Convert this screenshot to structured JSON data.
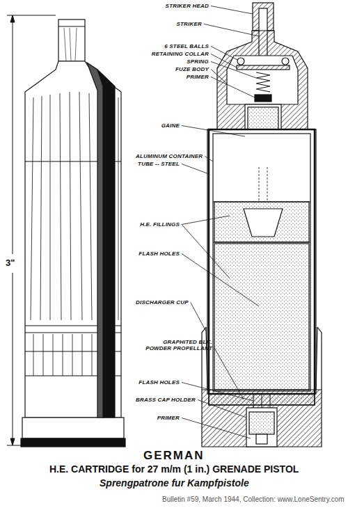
{
  "diagram": {
    "title": "GERMAN",
    "caption": "Bulletin #59, March 1944, Collection: www.LoneSentry.com",
    "labels": [
      "3\"",
      "STRIKER HEAD",
      "STRIKER",
      "6 STEEL BALLS",
      "RETAINING COLLAR",
      "SPRING",
      "FUZE BODY",
      "PRIMER",
      "GAINE",
      "ALUMINUM CONTAINER",
      "TUBE -- STEEL",
      "H.E. FILLINGS",
      "FLASH HOLES",
      "DISCHARGER CUP",
      "GRAPHITED BLK. POWDER PROPELLANT",
      "FLASH HOLES",
      "BRASS CAP HOLDER",
      "PRIMER",
      "H.E. CARTRIDGE for 27 m/m (1 in.) GRENADE PISTOL",
      "Sprengpatrone fur Kampfpistole"
    ]
  }
}
